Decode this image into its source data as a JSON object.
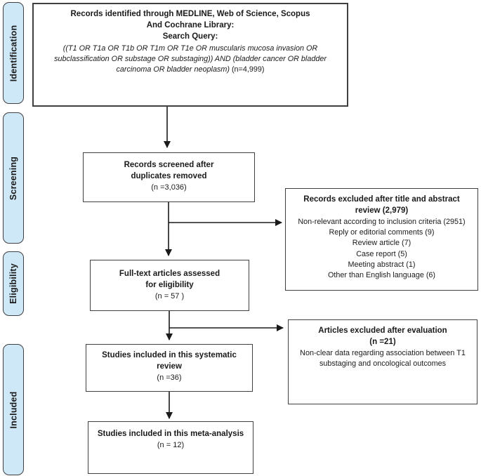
{
  "colors": {
    "stage_fill": "#cfe8f8",
    "stage_border": "#404040",
    "box_border": "#3f3f3f",
    "arrow": "#1a1a1a",
    "text": "#1a1a1a",
    "background": "#ffffff"
  },
  "sidebar": {
    "stages": [
      {
        "label": "Identification"
      },
      {
        "label": "Screening"
      },
      {
        "label": "Eligibility"
      },
      {
        "label": "Included"
      }
    ]
  },
  "boxes": {
    "identified": {
      "line1": "Records identified through MEDLINE, Web of Science, Scopus",
      "line2": "And Cochrane Library:",
      "line3": "Search Query:",
      "query": "((T1 OR T1a OR T1b OR T1m OR T1e OR muscularis mucosa invasion OR subclassification OR substage OR substaging)) AND (bladder cancer OR bladder carcinoma OR bladder neoplasm)",
      "count": "(n=4,999)"
    },
    "screened": {
      "line1": "Records screened after",
      "line2": "duplicates removed",
      "count": "(n =3,036)"
    },
    "excluded_title_abstract": {
      "title_line1": "Records excluded after title and abstract",
      "title_line2": "review (2,979)",
      "reasons": [
        "Non-relevant according to inclusion criteria (2951)",
        "Reply or editorial comments (9)",
        "Review article (7)",
        "Case report (5)",
        "Meeting abstract (1)",
        "Other than English language (6)"
      ]
    },
    "fulltext": {
      "line1": "Full-text articles assessed",
      "line2": "for eligibility",
      "count": "(n = 57 )"
    },
    "excluded_evaluation": {
      "title_line1": "Articles excluded after evaluation",
      "title_line2": "(n =21)",
      "reason": "Non-clear data regarding association between T1 substaging and oncological outcomes"
    },
    "systematic_review": {
      "line1": "Studies included in this systematic",
      "line2": "review",
      "count": "(n =36)"
    },
    "meta_analysis": {
      "line1": "Studies included in this meta-analysis",
      "count": "(n = 12)"
    }
  }
}
